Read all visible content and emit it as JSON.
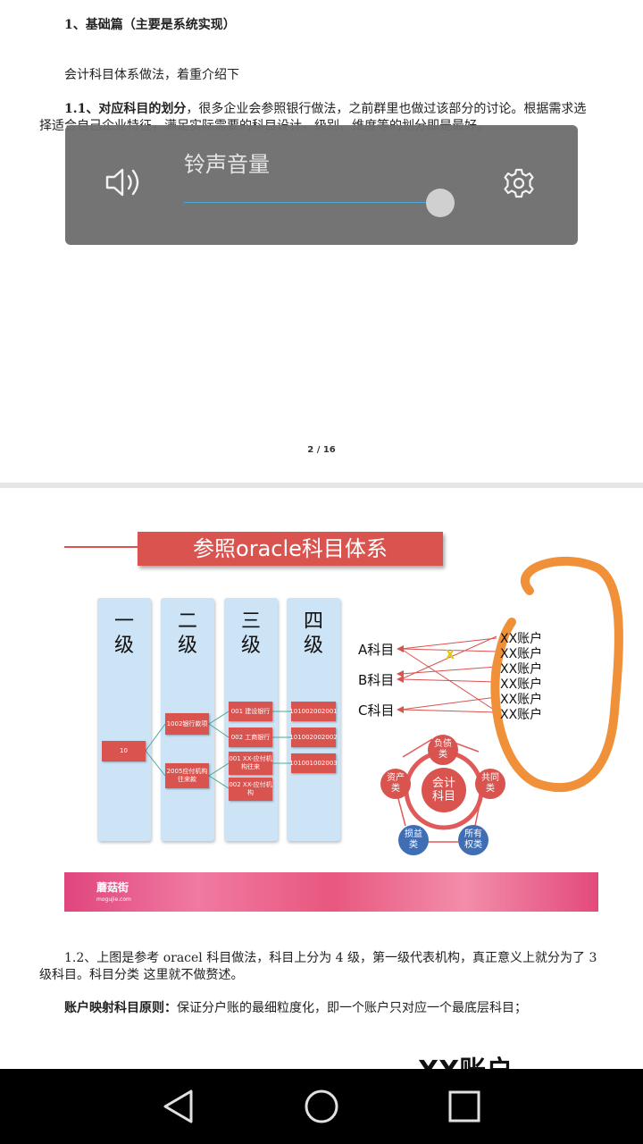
{
  "document": {
    "page1": {
      "heading": "1、基础篇（主要是系统实现）",
      "intro": "会计科目体系做法，着重介绍下",
      "section_1_1_bold": "1.1、对应科目的划分",
      "section_1_1_rest": "，很多企业会参照银行做法，之前群里也做过该部分的讨论。根据需求选",
      "section_1_1_line2": "择适合自己企业特征，满足实际需要的科目设计，级别、维度等的划分即是最好。",
      "page_number": "2 / 16"
    },
    "slide": {
      "title": "参照oracle科目体系",
      "levels": [
        "一\n级",
        "二\n级",
        "三\n级",
        "四\n级"
      ],
      "nodes": {
        "root": "10",
        "l2_a": "1002银行款项",
        "l2_b": "2005应付机构往来款",
        "l3_a": "001 建设银行",
        "l3_b": "002 工商银行",
        "l3_c": "001 XX-应付机构往来",
        "l3_d": "002 XX-应付机构",
        "l4_a": "101002002001",
        "l4_b": "101002002002",
        "l4_c": "101001002003"
      },
      "accounts": [
        "A科目",
        "B科目",
        "C科目"
      ],
      "xx_accounts": [
        "XX账户",
        "XX账户",
        "XX账户",
        "XX账户",
        "XX账户",
        "XX账户"
      ],
      "mark_x": "X",
      "cycle": {
        "center": "会计\n科目",
        "top": "负债\n类",
        "right": "共同\n类",
        "bottom_right": "所有\n权类",
        "bottom_left": "损益\n类",
        "left": "资产\n类"
      },
      "banner": {
        "logo": "蘑菇街",
        "sub": "mogujie.com"
      }
    },
    "page2": {
      "para_1_2_line1": "1.2、上图是参考 oracel 科目做法，科目上分为 4 级，第一级代表机构，真正意义上就分为了 3",
      "para_1_2_line2": "级科目。科目分类 这里就不做赘述。",
      "principle_bold": "账户映射科目原则：",
      "principle_rest": "保证分户账的最细粒度化，即一个账户只对应一个最底层科目；",
      "cut_text": "XX账户"
    }
  },
  "volume_overlay": {
    "title": "铃声音量",
    "level_percent": 97,
    "speaker_icon": "speaker-icon",
    "settings_icon": "gear-icon"
  },
  "nav": {
    "back_icon": "back-triangle-icon",
    "home_icon": "home-circle-icon",
    "recents_icon": "recents-square-icon"
  },
  "colors": {
    "slide_red": "#d9534f",
    "level_blue": "#cde3f6",
    "annotation_orange": "#f0913a",
    "volume_panel": "#6e6e6e",
    "volume_track": "#4aa8d8"
  }
}
